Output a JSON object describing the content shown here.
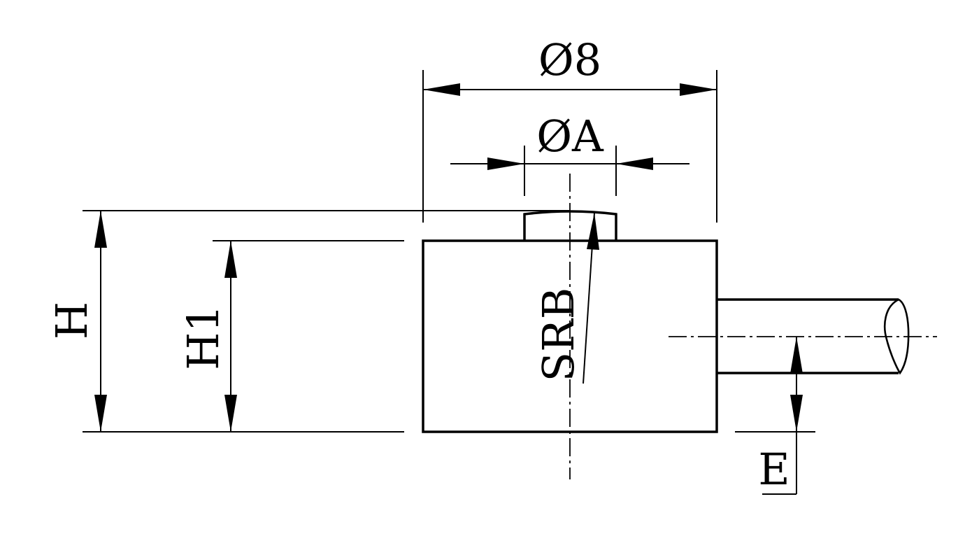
{
  "drawing": {
    "labels": {
      "outer_diameter": "Ø8",
      "button_diameter": "ØA",
      "height_total": "H",
      "height_body": "H1",
      "sphere_radius": "SRB",
      "cable_offset": "E"
    }
  }
}
